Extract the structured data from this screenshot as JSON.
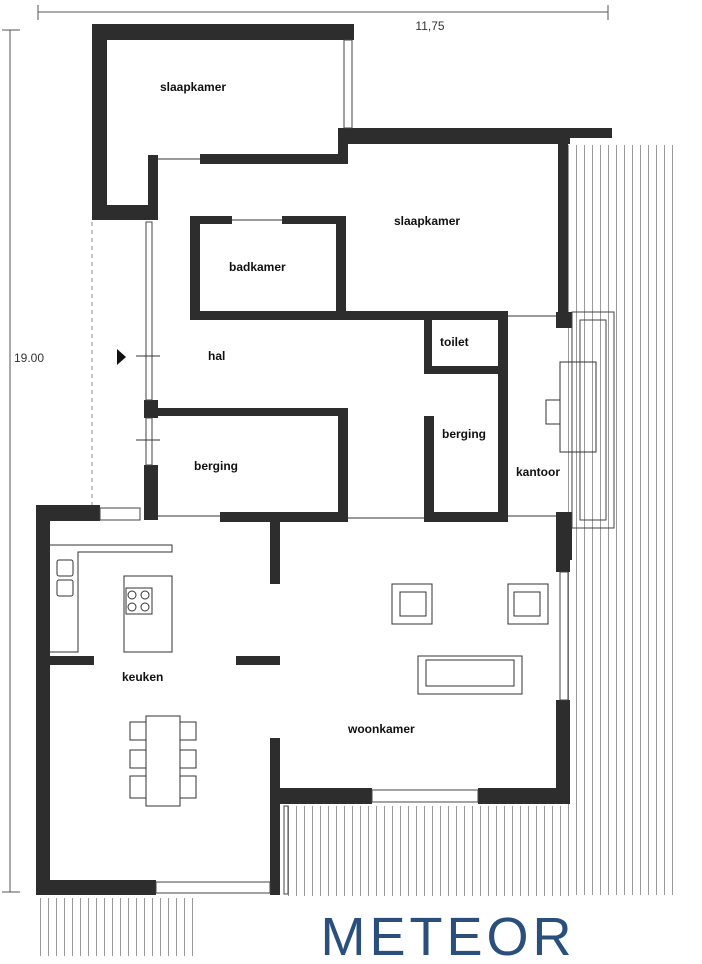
{
  "dimensions": {
    "width_label": "11,75",
    "height_label": "19.00"
  },
  "rooms": {
    "slaapkamer_1": "slaapkamer",
    "slaapkamer_2": "slaapkamer",
    "badkamer": "badkamer",
    "hal": "hal",
    "toilet": "toilet",
    "berging_1": "berging",
    "berging_2": "berging",
    "kantoor": "kantoor",
    "keuken": "keuken",
    "woonkamer": "woonkamer"
  },
  "brand": {
    "logo_text": "METEOR"
  },
  "colors": {
    "wall": "#2d2d2d",
    "logo": "#2a4f7c",
    "decking": "#9a9a9a"
  }
}
